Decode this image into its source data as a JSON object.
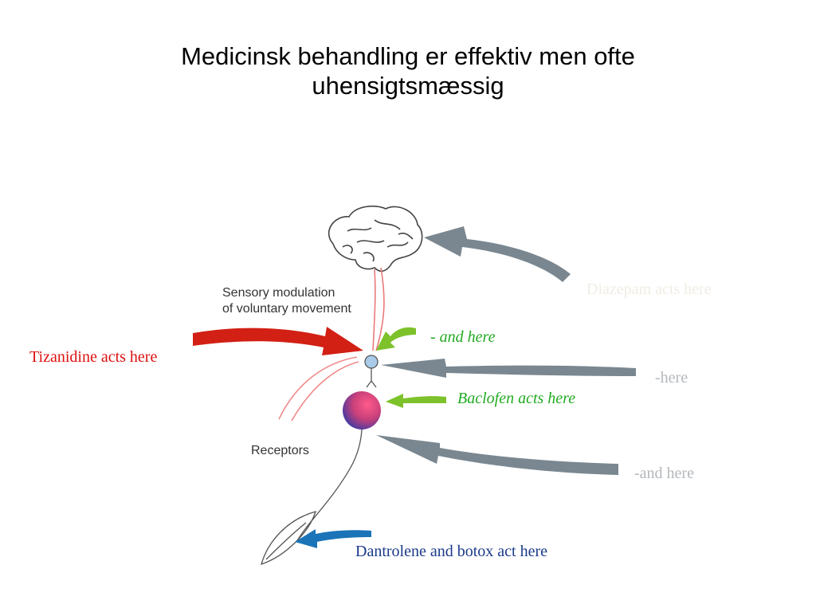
{
  "slide": {
    "title_line1": "Medicinsk behandling er effektiv men ofte",
    "title_line2": "uhensigtsmæssig"
  },
  "diagram": {
    "sensory_line1": "Sensory modulation",
    "sensory_line2": "of voluntary movement",
    "receptors": "Receptors"
  },
  "labels": {
    "diazepam": "Diazepam acts here",
    "and_here_green": "- and here",
    "tizanidine": "Tizanidine acts here",
    "here_gray": "-here",
    "baclofen": "Baclofen acts here",
    "and_here_gray": "-and here",
    "dantrolene": "Dantrolene and botox act here"
  },
  "colors": {
    "diazepam": "#f0ede4",
    "green": "#22aa22",
    "tizanidine": "#dd1111",
    "gray": "#b4b8bc",
    "dantrolene": "#1a3a8a",
    "arrow_gray": "#7a8790",
    "arrow_green": "#7dc22b",
    "arrow_red": "#d22014",
    "arrow_blue": "#1b74b8"
  },
  "icons": [
    "brain-icon",
    "neuron-icon",
    "muscle-icon"
  ]
}
